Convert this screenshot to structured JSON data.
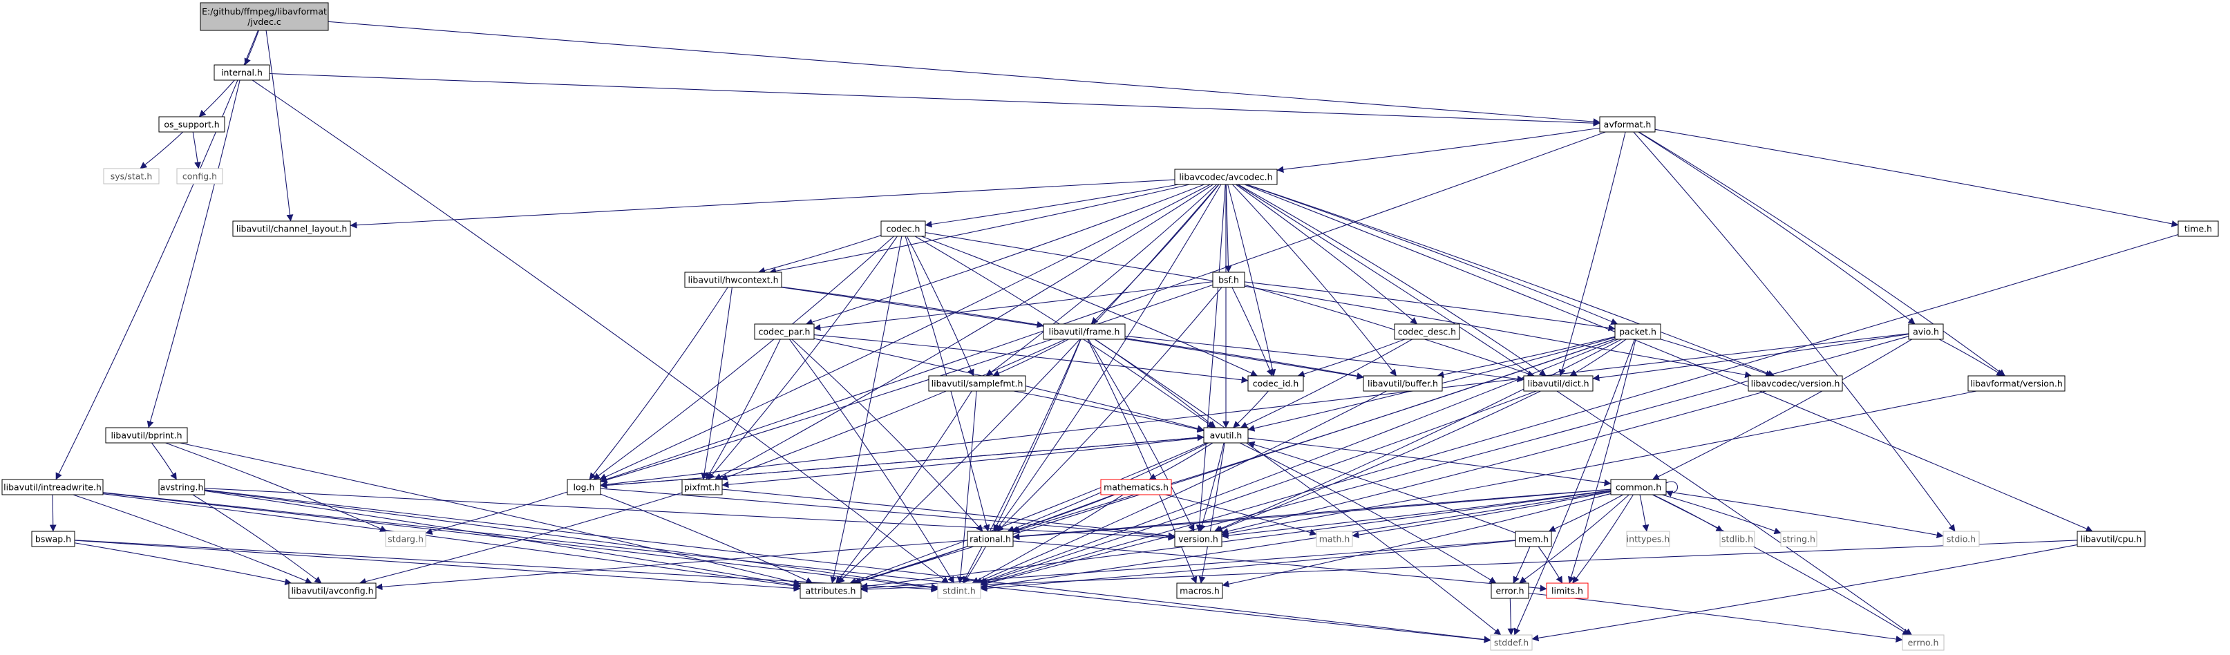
{
  "graph": {
    "nodes": [
      {
        "id": "root",
        "label": "E:/github/ffmpeg/libavformat\n/jvdec.c",
        "style": "root"
      },
      {
        "id": "internal",
        "label": "internal.h",
        "style": "normal"
      },
      {
        "id": "os_support",
        "label": "os_support.h",
        "style": "normal"
      },
      {
        "id": "sys_stat",
        "label": "sys/stat.h",
        "style": "system"
      },
      {
        "id": "config",
        "label": "config.h",
        "style": "system"
      },
      {
        "id": "avformat",
        "label": "avformat.h",
        "style": "normal"
      },
      {
        "id": "avcodec",
        "label": "libavcodec/avcodec.h",
        "style": "normal"
      },
      {
        "id": "time",
        "label": "time.h",
        "style": "normal"
      },
      {
        "id": "channel_layout",
        "label": "libavutil/channel_layout.h",
        "style": "normal"
      },
      {
        "id": "codec",
        "label": "codec.h",
        "style": "normal"
      },
      {
        "id": "hwcontext",
        "label": "libavutil/hwcontext.h",
        "style": "normal"
      },
      {
        "id": "bsf",
        "label": "bsf.h",
        "style": "normal"
      },
      {
        "id": "codec_par",
        "label": "codec_par.h",
        "style": "normal"
      },
      {
        "id": "frame",
        "label": "libavutil/frame.h",
        "style": "normal"
      },
      {
        "id": "codec_desc",
        "label": "codec_desc.h",
        "style": "normal"
      },
      {
        "id": "packet",
        "label": "packet.h",
        "style": "normal"
      },
      {
        "id": "avio",
        "label": "avio.h",
        "style": "normal"
      },
      {
        "id": "samplefmt",
        "label": "libavutil/samplefmt.h",
        "style": "normal"
      },
      {
        "id": "codec_id",
        "label": "codec_id.h",
        "style": "normal"
      },
      {
        "id": "buffer",
        "label": "libavutil/buffer.h",
        "style": "normal"
      },
      {
        "id": "dict",
        "label": "libavutil/dict.h",
        "style": "normal"
      },
      {
        "id": "avcodec_version",
        "label": "libavcodec/version.h",
        "style": "normal"
      },
      {
        "id": "avformat_version",
        "label": "libavformat/version.h",
        "style": "normal"
      },
      {
        "id": "bprint",
        "label": "libavutil/bprint.h",
        "style": "normal"
      },
      {
        "id": "avutil",
        "label": "avutil.h",
        "style": "normal"
      },
      {
        "id": "intreadwrite",
        "label": "libavutil/intreadwrite.h",
        "style": "normal"
      },
      {
        "id": "avstring",
        "label": "avstring.h",
        "style": "normal"
      },
      {
        "id": "log",
        "label": "log.h",
        "style": "normal"
      },
      {
        "id": "pixfmt",
        "label": "pixfmt.h",
        "style": "normal"
      },
      {
        "id": "mathematics",
        "label": "mathematics.h",
        "style": "missing"
      },
      {
        "id": "common",
        "label": "common.h",
        "style": "normal"
      },
      {
        "id": "cpu",
        "label": "libavutil/cpu.h",
        "style": "normal"
      },
      {
        "id": "stdarg",
        "label": "stdarg.h",
        "style": "system"
      },
      {
        "id": "rational",
        "label": "rational.h",
        "style": "normal"
      },
      {
        "id": "version",
        "label": "version.h",
        "style": "normal"
      },
      {
        "id": "math",
        "label": "math.h",
        "style": "system"
      },
      {
        "id": "mem",
        "label": "mem.h",
        "style": "normal"
      },
      {
        "id": "inttypes",
        "label": "inttypes.h",
        "style": "system"
      },
      {
        "id": "stdlib",
        "label": "stdlib.h",
        "style": "system"
      },
      {
        "id": "string",
        "label": "string.h",
        "style": "system"
      },
      {
        "id": "stdio",
        "label": "stdio.h",
        "style": "system"
      },
      {
        "id": "bswap",
        "label": "bswap.h",
        "style": "normal"
      },
      {
        "id": "avconfig",
        "label": "libavutil/avconfig.h",
        "style": "normal"
      },
      {
        "id": "attributes",
        "label": "attributes.h",
        "style": "normal"
      },
      {
        "id": "stdint",
        "label": "stdint.h",
        "style": "system"
      },
      {
        "id": "macros",
        "label": "macros.h",
        "style": "normal"
      },
      {
        "id": "error",
        "label": "error.h",
        "style": "normal"
      },
      {
        "id": "limits",
        "label": "limits.h",
        "style": "missing"
      },
      {
        "id": "stddef",
        "label": "stddef.h",
        "style": "system"
      },
      {
        "id": "errno",
        "label": "errno.h",
        "style": "system"
      }
    ],
    "edges": [
      [
        "root",
        "internal"
      ],
      [
        "root",
        "channel_layout"
      ],
      [
        "root",
        "avformat"
      ],
      [
        "root",
        "intreadwrite"
      ],
      [
        "internal",
        "os_support"
      ],
      [
        "internal",
        "avformat"
      ],
      [
        "internal",
        "bprint"
      ],
      [
        "internal",
        "stdint"
      ],
      [
        "os_support",
        "sys_stat"
      ],
      [
        "os_support",
        "config"
      ],
      [
        "avformat",
        "avcodec"
      ],
      [
        "avformat",
        "time"
      ],
      [
        "avformat",
        "avio"
      ],
      [
        "avformat",
        "dict"
      ],
      [
        "avformat",
        "avformat_version"
      ],
      [
        "avformat",
        "stdio"
      ],
      [
        "avformat",
        "log"
      ],
      [
        "avcodec",
        "channel_layout"
      ],
      [
        "avcodec",
        "codec"
      ],
      [
        "avcodec",
        "hwcontext"
      ],
      [
        "avcodec",
        "bsf"
      ],
      [
        "avcodec",
        "codec_par"
      ],
      [
        "avcodec",
        "frame"
      ],
      [
        "avcodec",
        "codec_desc"
      ],
      [
        "avcodec",
        "packet"
      ],
      [
        "avcodec",
        "samplefmt"
      ],
      [
        "avcodec",
        "codec_id"
      ],
      [
        "avcodec",
        "buffer"
      ],
      [
        "avcodec",
        "dict"
      ],
      [
        "avcodec",
        "avcodec_version"
      ],
      [
        "avcodec",
        "avutil"
      ],
      [
        "avcodec",
        "log"
      ],
      [
        "avcodec",
        "pixfmt"
      ],
      [
        "avcodec",
        "rational"
      ],
      [
        "avcodec",
        "attributes"
      ],
      [
        "avcodec",
        "cpu"
      ],
      [
        "avcodec",
        "errno"
      ],
      [
        "avcodec",
        "version"
      ],
      [
        "codec",
        "hwcontext"
      ],
      [
        "codec",
        "samplefmt"
      ],
      [
        "codec",
        "codec_id"
      ],
      [
        "codec",
        "avutil"
      ],
      [
        "codec",
        "log"
      ],
      [
        "codec",
        "pixfmt"
      ],
      [
        "codec",
        "rational"
      ],
      [
        "codec",
        "avcodec_version"
      ],
      [
        "codec",
        "attributes"
      ],
      [
        "hwcontext",
        "buffer"
      ],
      [
        "hwcontext",
        "frame"
      ],
      [
        "hwcontext",
        "log"
      ],
      [
        "hwcontext",
        "pixfmt"
      ],
      [
        "bsf",
        "codec_par"
      ],
      [
        "bsf",
        "codec_id"
      ],
      [
        "bsf",
        "packet"
      ],
      [
        "bsf",
        "dict"
      ],
      [
        "bsf",
        "log"
      ],
      [
        "bsf",
        "rational"
      ],
      [
        "codec_par",
        "codec_id"
      ],
      [
        "codec_par",
        "avutil"
      ],
      [
        "codec_par",
        "pixfmt"
      ],
      [
        "codec_par",
        "rational"
      ],
      [
        "codec_par",
        "stdint"
      ],
      [
        "frame",
        "buffer"
      ],
      [
        "frame",
        "dict"
      ],
      [
        "frame",
        "avutil"
      ],
      [
        "frame",
        "samplefmt"
      ],
      [
        "frame",
        "pixfmt"
      ],
      [
        "frame",
        "rational"
      ],
      [
        "frame",
        "version"
      ],
      [
        "frame",
        "stddef"
      ],
      [
        "frame",
        "stdint"
      ],
      [
        "frame",
        "macros"
      ],
      [
        "codec_desc",
        "codec_id"
      ],
      [
        "codec_desc",
        "avutil"
      ],
      [
        "packet",
        "buffer"
      ],
      [
        "packet",
        "dict"
      ],
      [
        "packet",
        "avcodec_version"
      ],
      [
        "packet",
        "avutil"
      ],
      [
        "packet",
        "rational"
      ],
      [
        "packet",
        "version"
      ],
      [
        "packet",
        "attributes"
      ],
      [
        "packet",
        "stddef"
      ],
      [
        "packet",
        "stdint"
      ],
      [
        "packet",
        "limits"
      ],
      [
        "avio",
        "common"
      ],
      [
        "avio",
        "dict"
      ],
      [
        "avio",
        "avformat_version"
      ],
      [
        "avio",
        "log"
      ],
      [
        "avio",
        "stdint"
      ],
      [
        "samplefmt",
        "avutil"
      ],
      [
        "samplefmt",
        "attributes"
      ],
      [
        "samplefmt",
        "stdint"
      ],
      [
        "codec_id",
        "avutil"
      ],
      [
        "buffer",
        "stdint"
      ],
      [
        "dict",
        "version"
      ],
      [
        "dict",
        "stdint"
      ],
      [
        "avcodec_version",
        "version"
      ],
      [
        "avformat_version",
        "version"
      ],
      [
        "bprint",
        "avstring"
      ],
      [
        "bprint",
        "attributes"
      ],
      [
        "bprint",
        "stdarg"
      ],
      [
        "avutil",
        "common"
      ],
      [
        "avutil",
        "mathematics"
      ],
      [
        "avutil",
        "log"
      ],
      [
        "avutil",
        "pixfmt"
      ],
      [
        "avutil",
        "rational"
      ],
      [
        "avutil",
        "version"
      ],
      [
        "avutil",
        "error"
      ],
      [
        "avutil",
        "macros"
      ],
      [
        "avutil",
        "attributes"
      ],
      [
        "intreadwrite",
        "bswap"
      ],
      [
        "intreadwrite",
        "avconfig"
      ],
      [
        "intreadwrite",
        "attributes"
      ],
      [
        "intreadwrite",
        "stdint"
      ],
      [
        "intreadwrite",
        "stddef"
      ],
      [
        "avstring",
        "avconfig"
      ],
      [
        "avstring",
        "attributes"
      ],
      [
        "avstring",
        "stdint"
      ],
      [
        "avstring",
        "stddef"
      ],
      [
        "avstring",
        "version"
      ],
      [
        "log",
        "avutil"
      ],
      [
        "log",
        "attributes"
      ],
      [
        "log",
        "version"
      ],
      [
        "log",
        "stdarg"
      ],
      [
        "pixfmt",
        "avconfig"
      ],
      [
        "pixfmt",
        "version"
      ],
      [
        "mathematics",
        "rational"
      ],
      [
        "mathematics",
        "attributes"
      ],
      [
        "mathematics",
        "math"
      ],
      [
        "mathematics",
        "stdint"
      ],
      [
        "common",
        "version"
      ],
      [
        "common",
        "attributes"
      ],
      [
        "common",
        "macros"
      ],
      [
        "common",
        "mem"
      ],
      [
        "common",
        "error"
      ],
      [
        "common",
        "inttypes"
      ],
      [
        "common",
        "stdlib"
      ],
      [
        "common",
        "string"
      ],
      [
        "common",
        "stdio"
      ],
      [
        "common",
        "math"
      ],
      [
        "common",
        "limits"
      ],
      [
        "common",
        "errno"
      ],
      [
        "common",
        "stdint"
      ],
      [
        "common",
        "rational"
      ],
      [
        "common",
        "avconfig"
      ],
      [
        "common",
        "common"
      ],
      [
        "cpu",
        "attributes"
      ],
      [
        "cpu",
        "stddef"
      ],
      [
        "rational",
        "attributes"
      ],
      [
        "rational",
        "stdint"
      ],
      [
        "rational",
        "limits"
      ],
      [
        "mem",
        "attributes"
      ],
      [
        "mem",
        "error"
      ],
      [
        "mem",
        "avutil"
      ],
      [
        "mem",
        "stdint"
      ],
      [
        "mem",
        "limits"
      ],
      [
        "bswap",
        "avconfig"
      ],
      [
        "bswap",
        "attributes"
      ],
      [
        "bswap",
        "stdint"
      ],
      [
        "error",
        "errno"
      ],
      [
        "error",
        "stddef"
      ],
      [
        "time",
        "stdint"
      ]
    ]
  },
  "colors": {
    "edge": "#191970",
    "node_border": "#000000",
    "missing_border": "#ff0000",
    "system_border": "#bfbfbf",
    "root_fill": "#bfbfbf",
    "node_fill": "#ffffff",
    "text": "#000000",
    "system_text": "#555555"
  }
}
